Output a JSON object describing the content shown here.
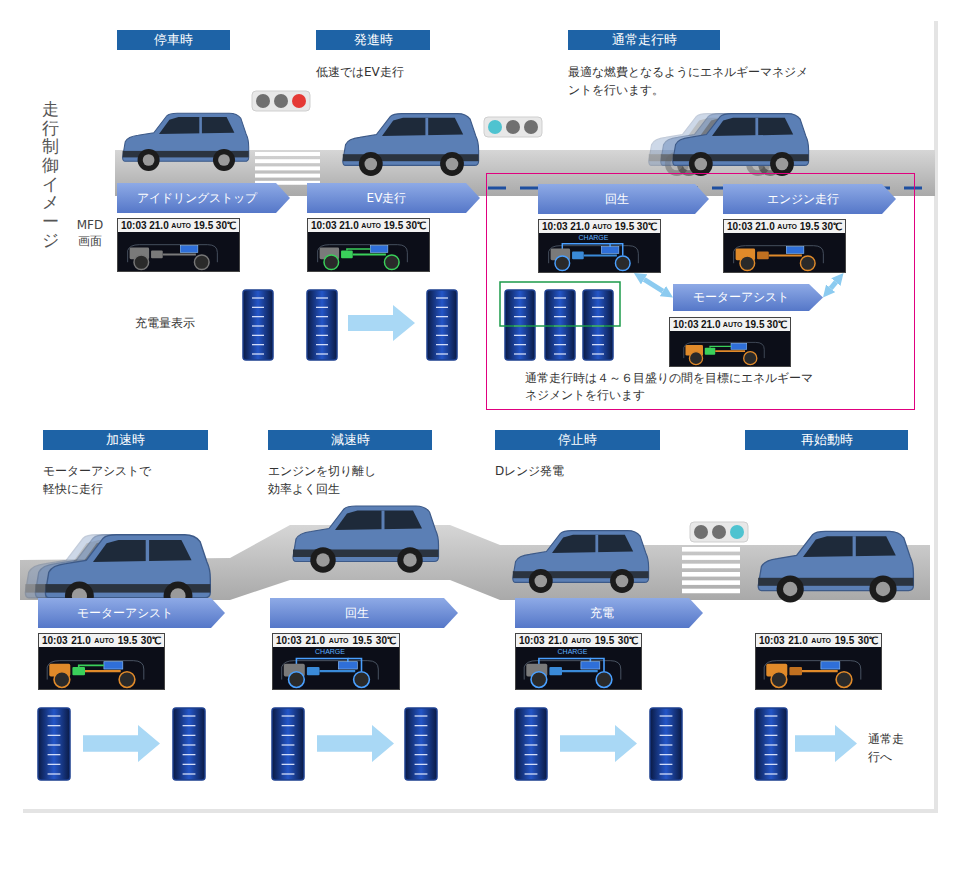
{
  "diagram": {
    "nodes": [
      {
        "text": [
          "停車時"
        ]
      },
      {
        "text": [
          "発進時"
        ]
      },
      {
        "text": [
          "通常走行時"
        ]
      },
      {
        "text": [
          "アイドリングストップ"
        ]
      },
      {
        "text": [
          "EV走行"
        ]
      },
      {
        "text": [
          "通常走行時は４～６目盛りの間を目標にエネルギーマネジメントを行います"
        ]
      },
      {
        "text": [
          "回生"
        ],
        "in": 5
      },
      {
        "text": [
          "エンジン走行"
        ],
        "in": 5
      },
      {
        "text": [
          "10:03",
          "21.0",
          "AUTO",
          "19.5",
          "30℃"
        ]
      },
      {
        "text": [
          "10:03",
          "21.0",
          "AUTO",
          "19.5",
          "30℃"
        ]
      },
      {
        "text": [
          "10:03",
          "21.0",
          "AUTO",
          "19.5",
          "30℃",
          "CHARGE"
        ],
        "in": 5
      },
      {
        "text": [
          "10:03",
          "21.0",
          "AUTO",
          "19.5",
          "30℃"
        ],
        "in": 5
      },
      {
        "text": [
          "モーターアシスト"
        ],
        "in": 5
      },
      {
        "text": [
          "10:03",
          "21.0",
          "AUTO",
          "19.5",
          "30℃"
        ],
        "in": 5
      },
      {
        "text": [
          "加速時"
        ]
      },
      {
        "text": [
          "減速時"
        ]
      },
      {
        "text": [
          "停止時"
        ]
      },
      {
        "text": [
          "再始動時"
        ]
      },
      {
        "text": [
          "モーターアシスト"
        ]
      },
      {
        "text": [
          "回生"
        ]
      },
      {
        "text": [
          "充電"
        ]
      },
      {
        "text": [
          "10:03",
          "21.0",
          "AUTO",
          "19.5",
          "30℃"
        ]
      },
      {
        "text": [
          "10:03",
          "21.0",
          "AUTO",
          "19.5",
          "30℃",
          "CHARGE"
        ]
      },
      {
        "text": [
          "10:03",
          "21.0",
          "AUTO",
          "19.5",
          "30℃",
          "CHARGE"
        ]
      },
      {
        "text": [
          "10:03",
          "21.0",
          "AUTO",
          "19.5",
          "30℃"
        ]
      }
    ],
    "edges": [
      {
        "from": 10,
        "to": 12,
        "arrow": "both"
      },
      {
        "from": 12,
        "to": 11,
        "arrow": "both"
      }
    ],
    "labels": [
      "走行制御イメージ",
      "低速ではEV走行",
      "最適な燃費となるようにエネルギーマネジメントを行います。",
      "MFD 画面",
      "充電量表示",
      "モーターアシストで軽快に走行",
      "エンジンを切り離し効率よく回生",
      "Dレンジ発電",
      "通常走行へ"
    ]
  }
}
